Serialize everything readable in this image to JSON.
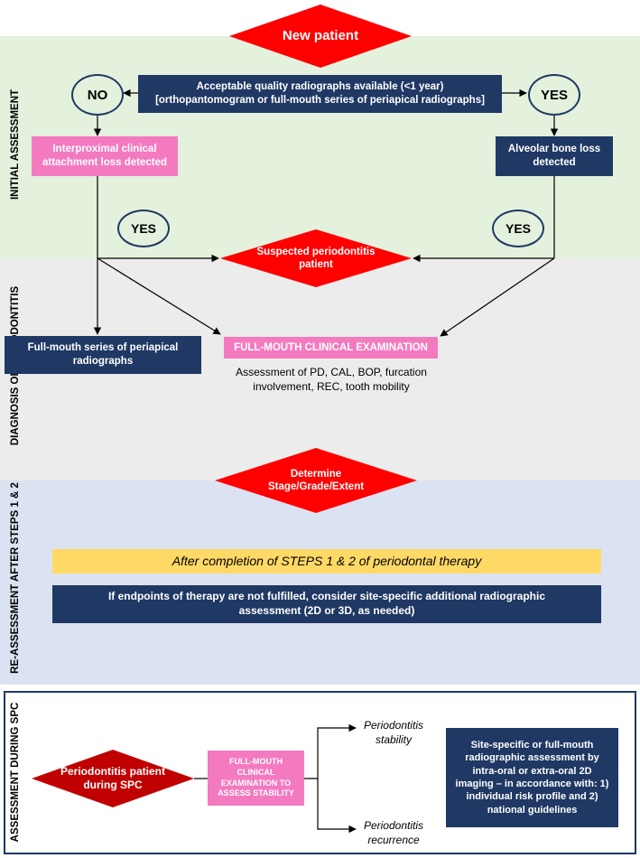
{
  "sections": {
    "initial": "INITIAL ASSESSMENT",
    "diagnosis": "DIAGNOSIS OF PERIODONTITIS",
    "reassessment": "RE-ASSESSMENT AFTER STEPS 1 & 2",
    "spc": "ASSESSMENT DURING SPC"
  },
  "nodes": {
    "new_patient": "New patient",
    "radiographs_line1": "Acceptable quality radiographs available (<1 year)",
    "radiographs_line2": "[orthopantomogram or full-mouth series of periapical radiographs]",
    "no": "NO",
    "yes": "YES",
    "interproximal": "Interproximal clinical attachment loss detected",
    "alveolar": "Alveolar bone loss detected",
    "yes_left": "YES",
    "yes_right": "YES",
    "suspected": "Suspected periodontitis patient",
    "full_mouth_series": "Full-mouth series of periapical radiographs",
    "clinical_exam": "FULL-MOUTH CLINICAL EXAMINATION",
    "assessment_text": "Assessment of PD, CAL, BOP, furcation involvement, REC, tooth mobility",
    "determine": "Determine Stage/Grade/Extent",
    "after_completion": "After completion of STEPS 1 & 2 of periodontal therapy",
    "endpoints": "If endpoints of therapy are not fulfilled, consider site-specific additional radiographic assessment (2D or 3D, as needed)",
    "perio_spc": "Periodontitis patient during SPC",
    "fm_stability": "FULL-MOUTH CLINICAL EXAMINATION TO ASSESS STABILITY",
    "stability": "Periodontitis stability",
    "recurrence": "Periodontitis recurrence",
    "site_specific": "Site-specific or full-mouth radiographic assessment by intra-oral or extra-oral 2D imaging – in accordance with: 1) individual risk profile and 2) national guidelines"
  },
  "colors": {
    "initial_bg": "#e3f1dd",
    "diagnosis_bg": "#ececec",
    "reassessment_bg": "#dbe3f2",
    "navy": "#1f3864",
    "pink": "#f47ac0",
    "red": "#ff0000",
    "dark_red": "#c00000",
    "yellow": "#ffd966"
  }
}
